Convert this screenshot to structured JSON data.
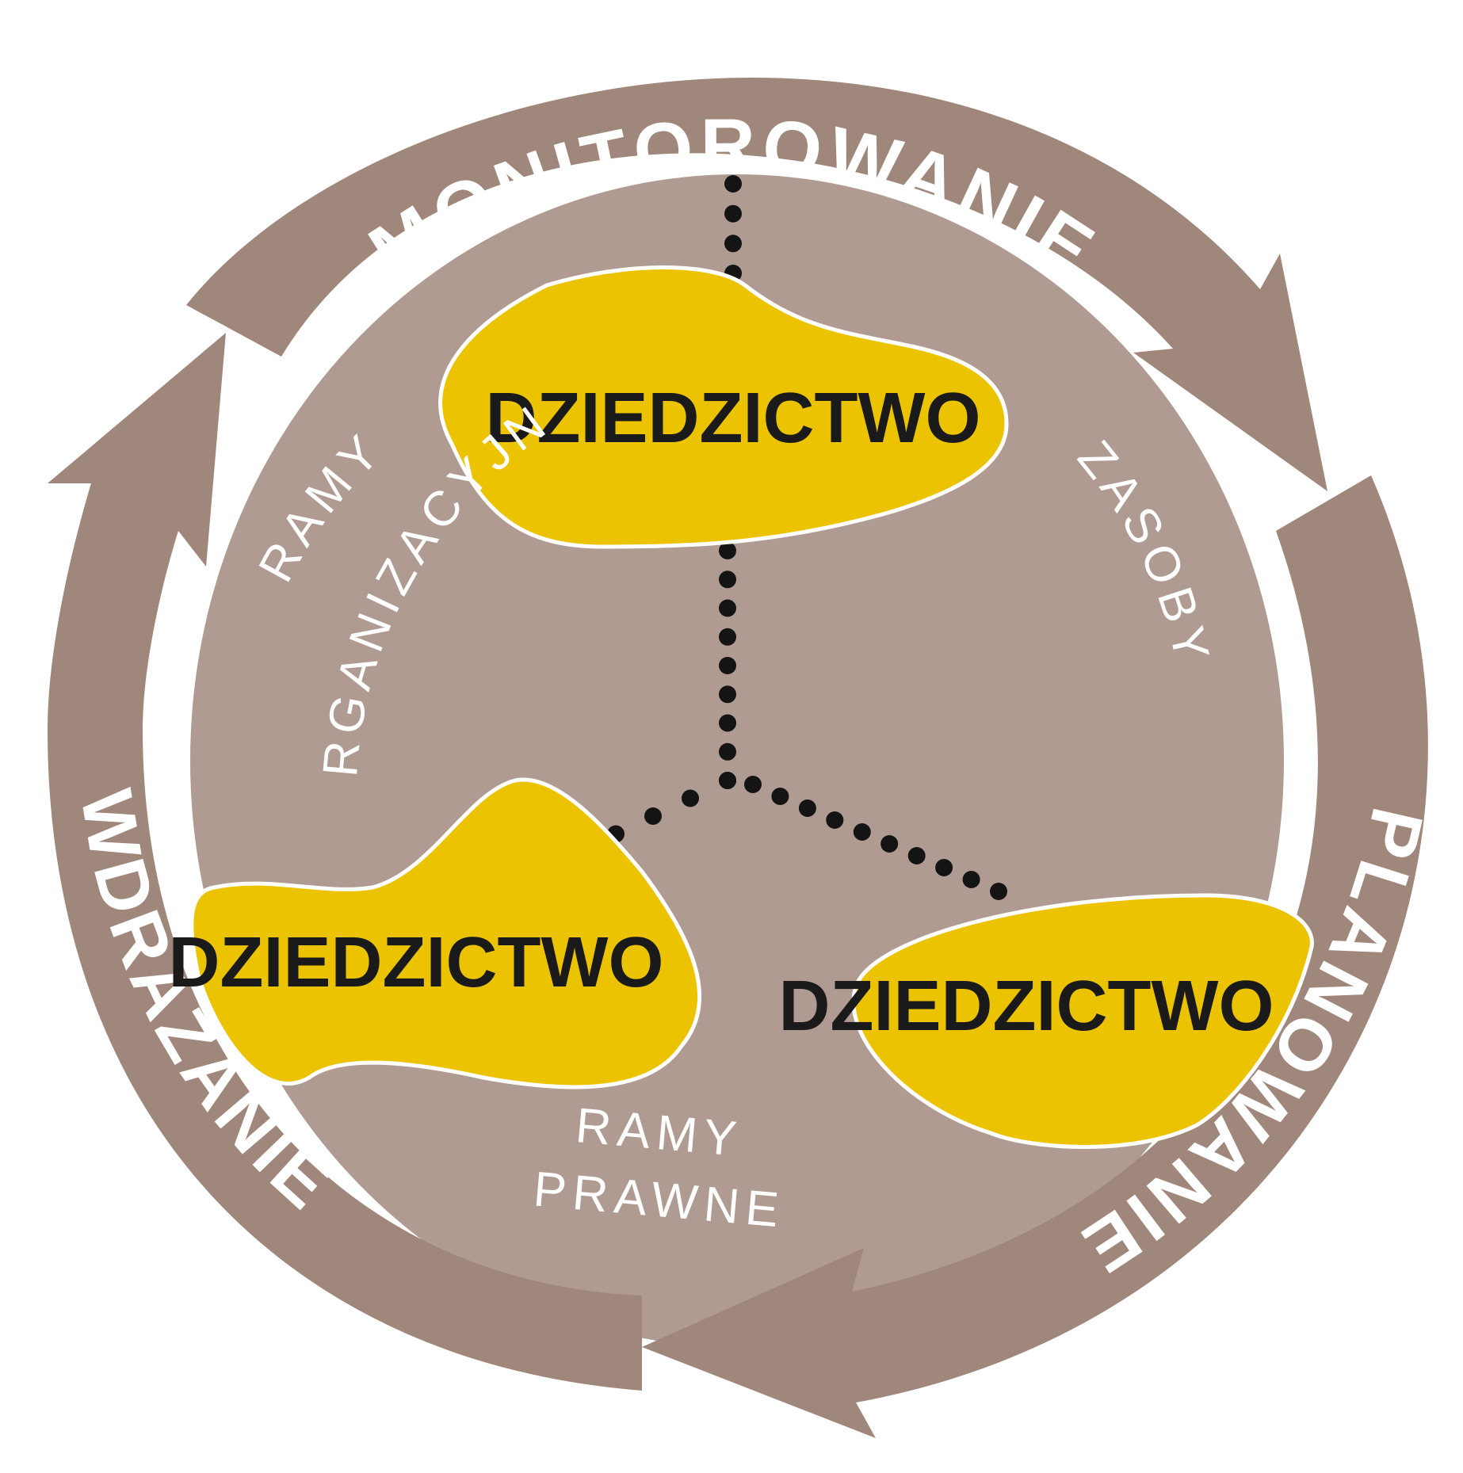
{
  "colors": {
    "arrow": "#a0877b",
    "inner_circle": "#af9b91",
    "blob_fill": "#ecc300",
    "blob_outline": "#ffffff",
    "dots": "#141414",
    "ring_text": "#ffffff",
    "blob_text": "#1a1a1a"
  },
  "cycle": {
    "monitoring": "MONITOROWANIE",
    "planning": "PLANOWANIE",
    "implementation": "WDRAŻANIE"
  },
  "inner_labels": {
    "organizational_line1": "RAMY",
    "organizational_line2": "ORGANIZACYJNE",
    "resources": "ZASOBY",
    "legal_line1": "RAMY",
    "legal_line2": "PRAWNE"
  },
  "blobs": {
    "top": "DZIEDZICTWO",
    "left": "DZIEDZICTWO",
    "right": "DZIEDZICTWO"
  }
}
